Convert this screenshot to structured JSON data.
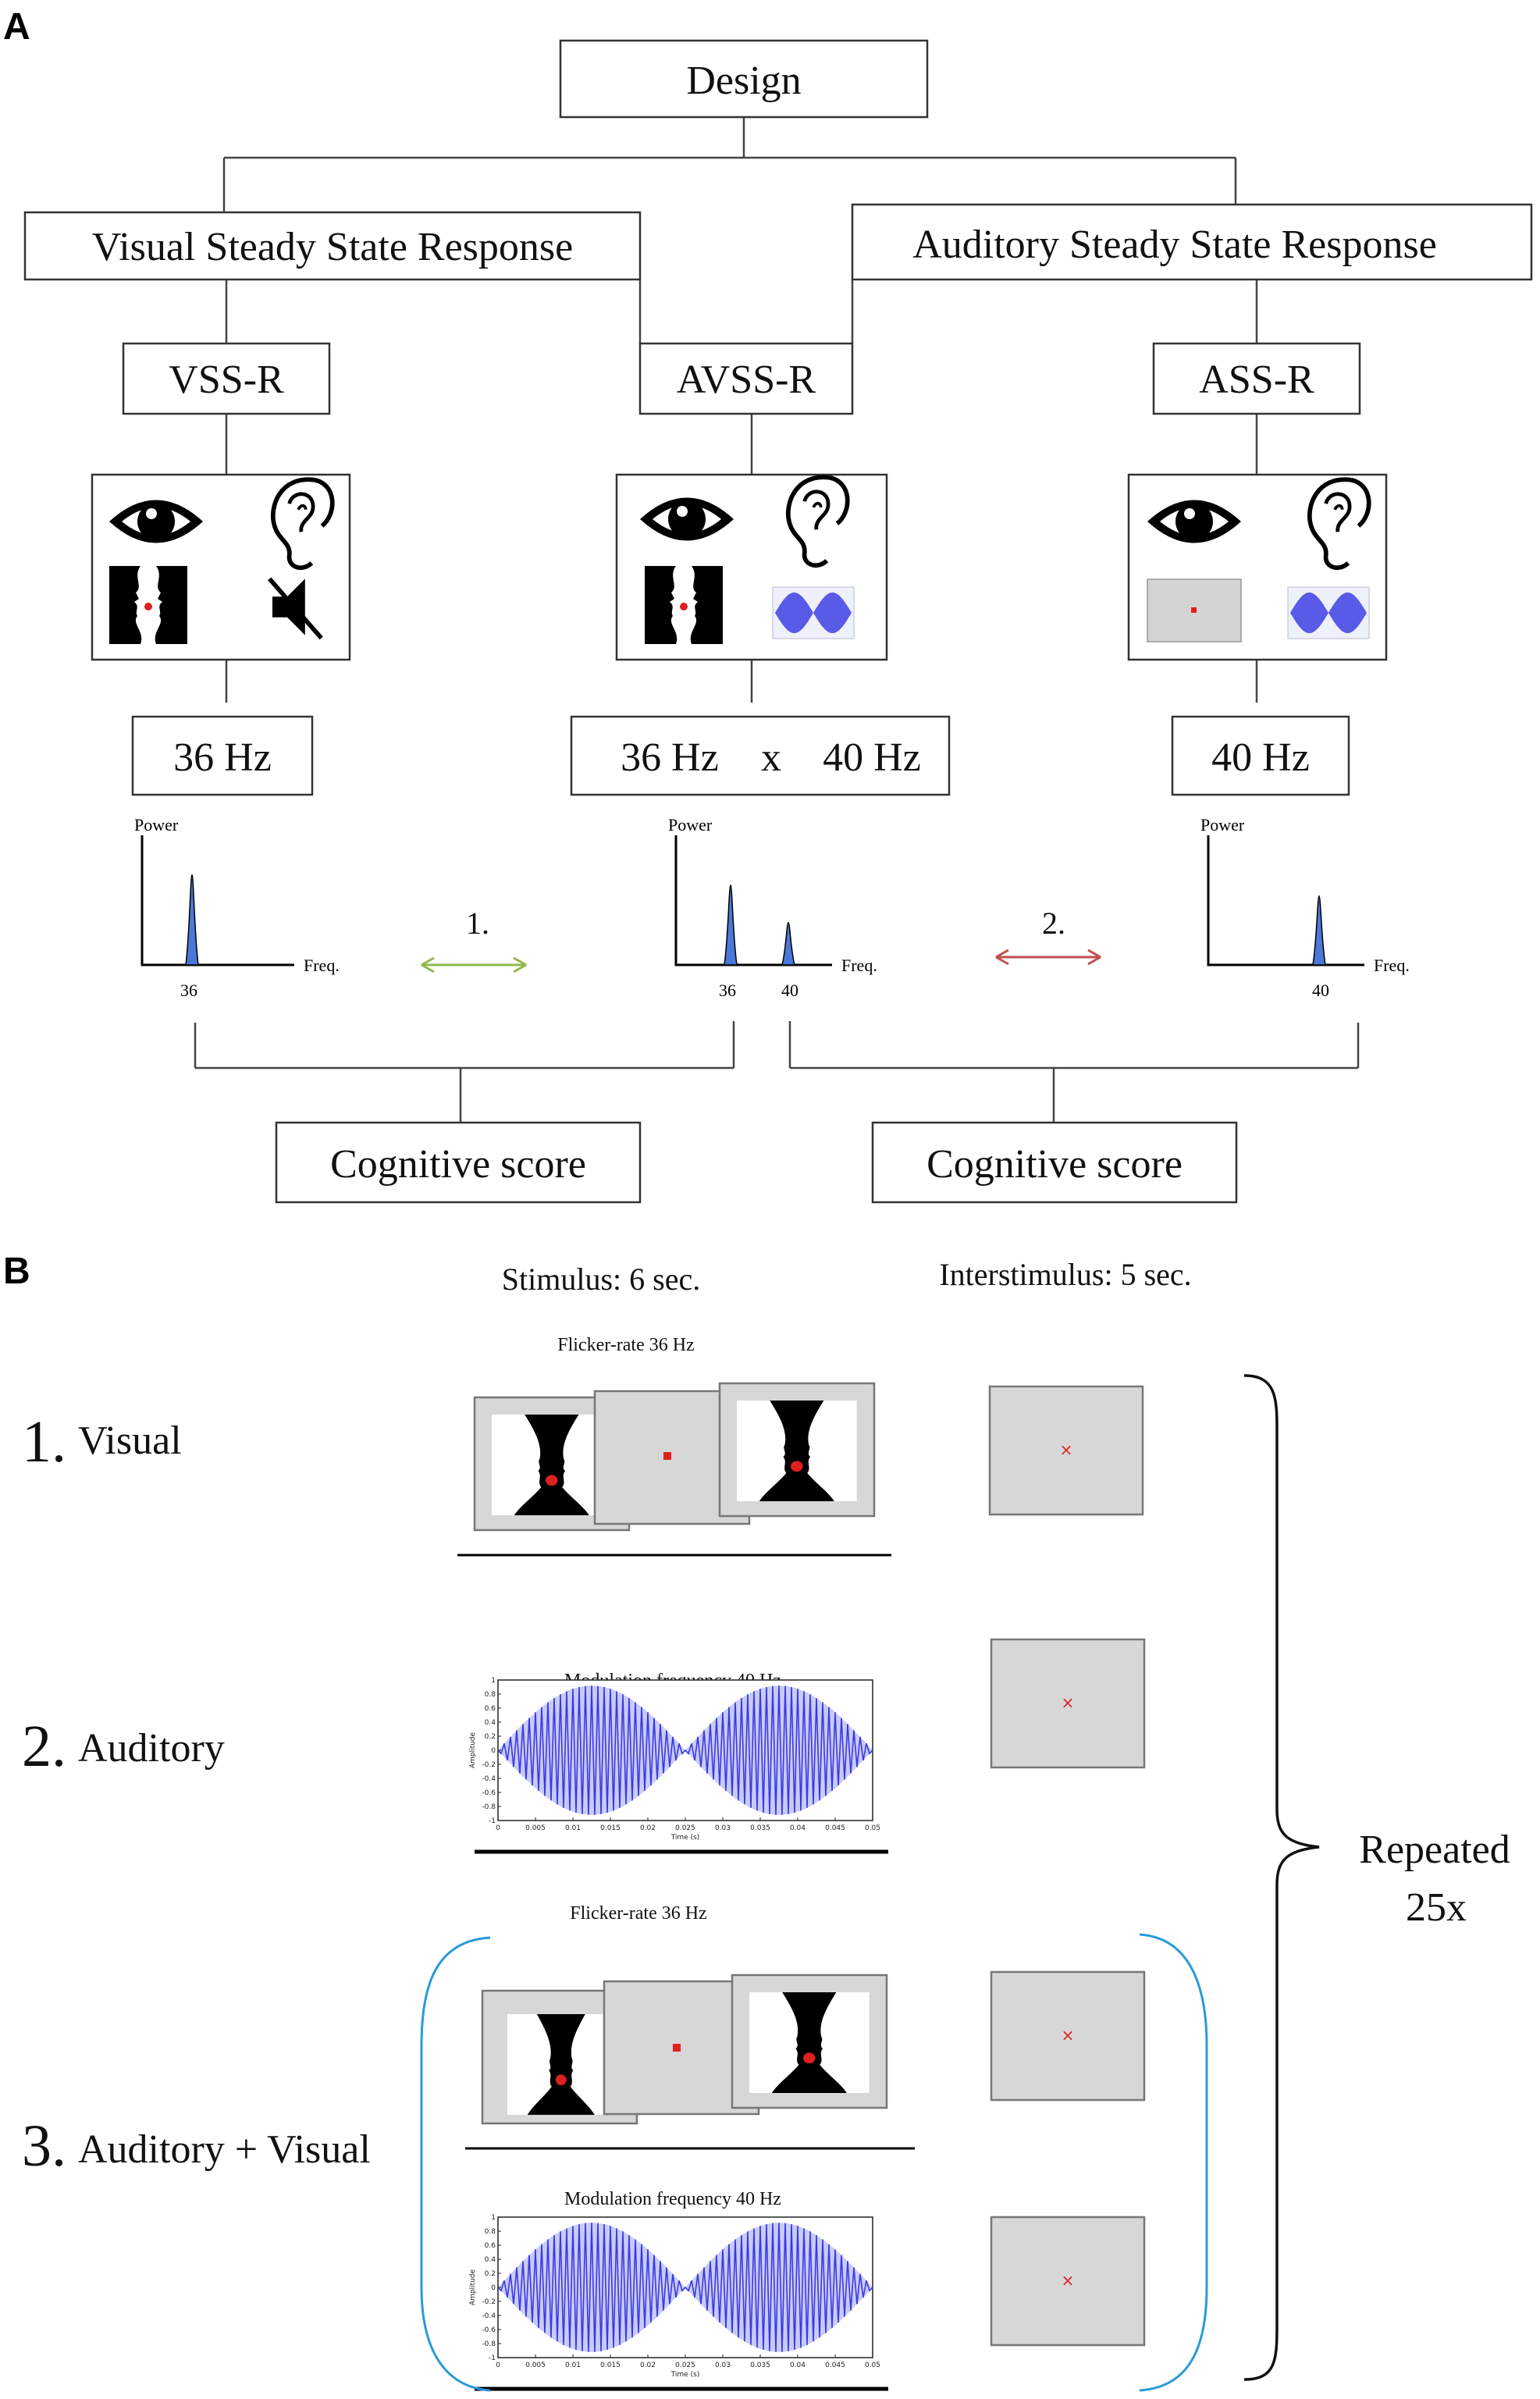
{
  "panel_a": {
    "label": "A",
    "design": "Design",
    "visual_ssr": "Visual Steady State Response",
    "auditory_ssr": "Auditory Steady State Response",
    "vss_r": "VSS-R",
    "avss_r": "AVSS-R",
    "ass_r": "ASS-R",
    "freq_vss": "36 Hz",
    "freq_av_36": "36 Hz",
    "freq_av_x": "x",
    "freq_av_40": "40 Hz",
    "freq_ass": "40 Hz",
    "power_label": "Power",
    "freq_axis_label": "Freq.",
    "tick_36": "36",
    "tick_40": "40",
    "comparison_1": "1.",
    "comparison_2": "2.",
    "cognitive_score": "Cognitive score",
    "arrow_colors": {
      "comparison_1": "#8fb84a",
      "comparison_2": "#c0504d"
    },
    "spectra": [
      {
        "condition": "VSS-R",
        "peaks": [
          {
            "freq": 36,
            "rel_power": 1.0
          }
        ]
      },
      {
        "condition": "AVSS-R",
        "peaks": [
          {
            "freq": 36,
            "rel_power": 0.75
          },
          {
            "freq": 40,
            "rel_power": 0.4
          }
        ]
      },
      {
        "condition": "ASS-R",
        "peaks": [
          {
            "freq": 40,
            "rel_power": 0.65
          }
        ]
      }
    ],
    "icons": [
      "eye-icon",
      "ear-icon",
      "vase-faces-icon",
      "muted-speaker-icon",
      "waveform-icon",
      "fixation-dot-icon"
    ]
  },
  "panel_b": {
    "label": "B",
    "stimulus_header": "Stimulus: 6 sec.",
    "interstimulus_header": "Interstimulus: 5 sec.",
    "flicker_caption_1": "Flicker-rate 36 Hz",
    "flicker_caption_2": "Flicker-rate 36 Hz",
    "modulation_caption_1": "Modulation frequency 40 Hz",
    "modulation_caption_2": "Modulation frequency 40 Hz",
    "row1_num": "1.",
    "row1_label": "Visual",
    "row2_num": "2.",
    "row2_label": "Auditory",
    "row3_num": "3.",
    "row3_label": "Auditory + Visual",
    "repeated_1": "Repeated",
    "repeated_2": "25x",
    "wave_ylabel": "Amplitude",
    "wave_xlabel": "Time (s)",
    "wave_yticks": [
      "1",
      "0.8",
      "0.6",
      "0.4",
      "0.2",
      "0",
      "-0.2",
      "-0.4",
      "-0.6",
      "-0.8",
      "-1"
    ],
    "wave_xticks": [
      "0",
      "0.005",
      "0.01",
      "0.015",
      "0.02",
      "0.025",
      "0.03",
      "0.035",
      "0.04",
      "0.045",
      "0.05"
    ],
    "fixation_color": "#e02020",
    "bracket_color": "#2a9ad8"
  }
}
